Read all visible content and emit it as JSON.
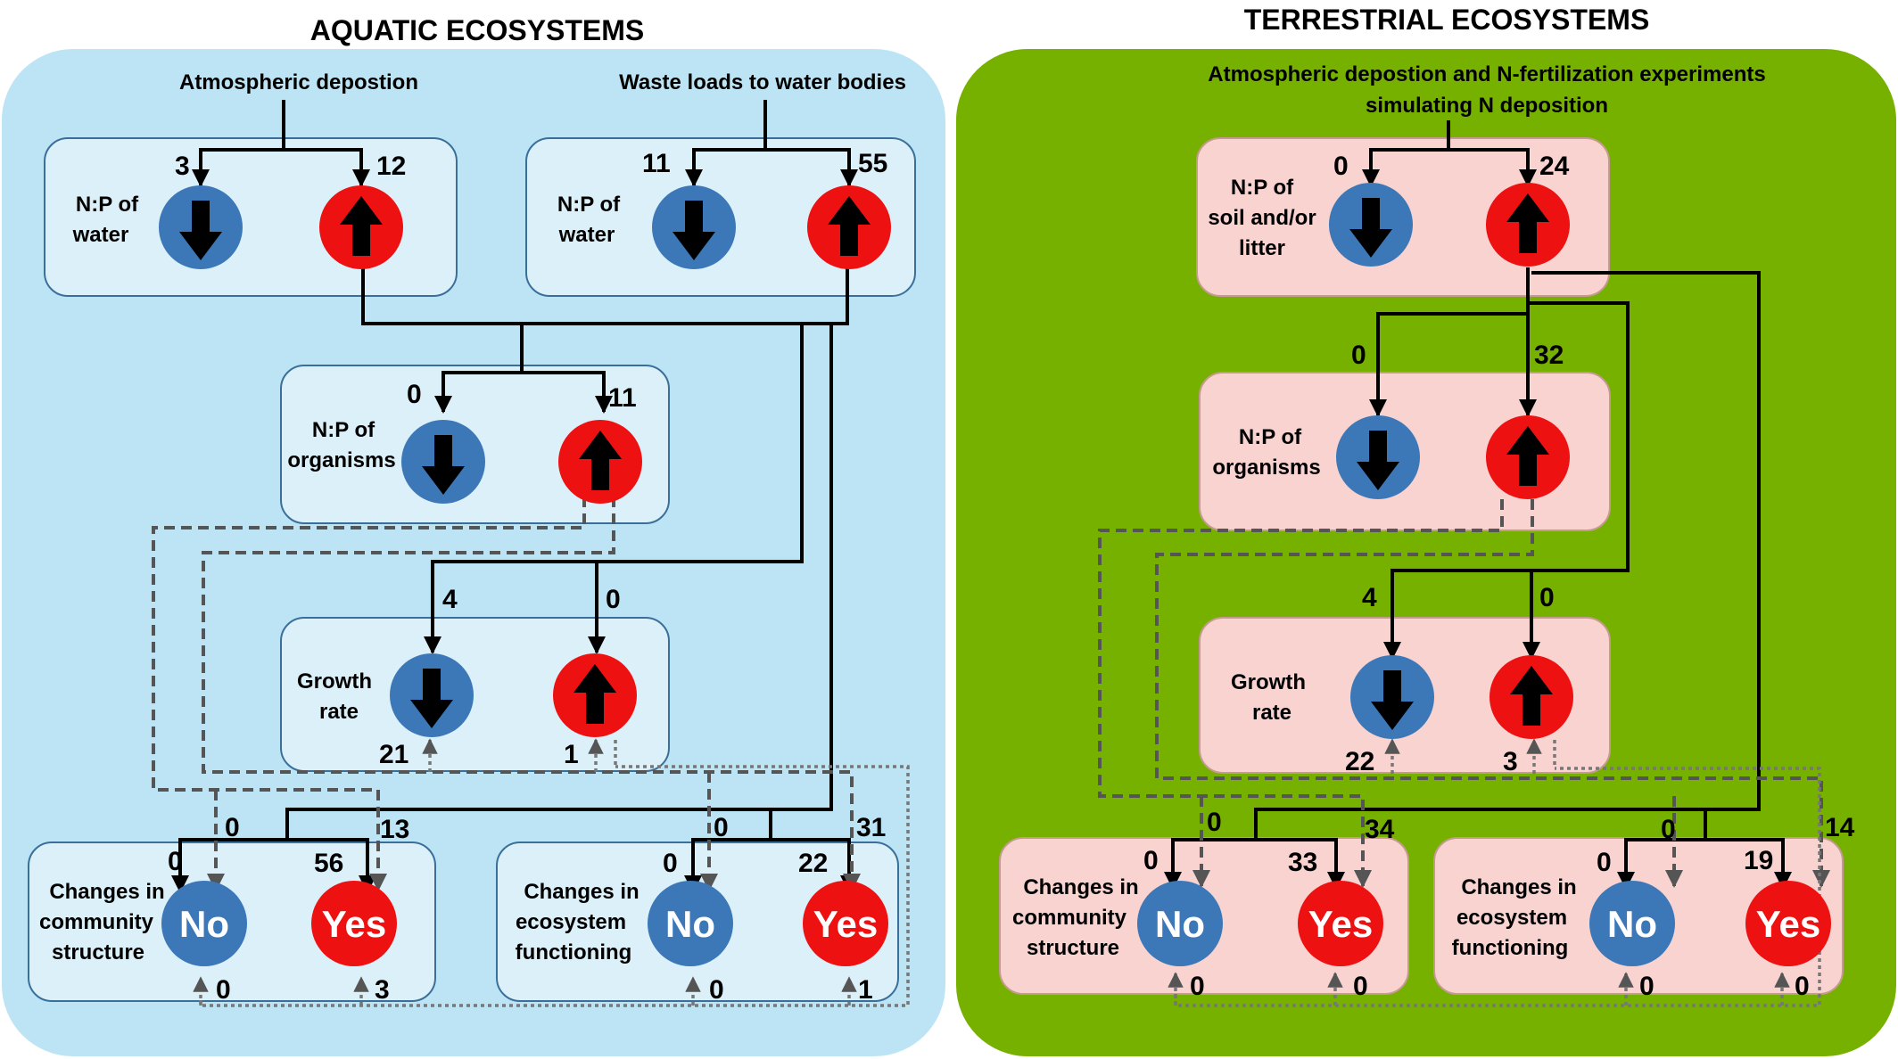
{
  "aquatic": {
    "title": "AQUATIC ECOSYSTEMS",
    "source_left": "Atmospheric depostion",
    "source_right": "Waste loads to water bodies",
    "box1": {
      "label": [
        "N:P of",
        "water"
      ],
      "down": "3",
      "up": "12"
    },
    "box2": {
      "label": [
        "N:P of",
        "water"
      ],
      "down": "11",
      "up": "55"
    },
    "org": {
      "label": [
        "N:P of",
        "organisms"
      ],
      "down": "0",
      "up": "11"
    },
    "growth": {
      "label": [
        "Growth",
        "rate"
      ],
      "down": "4",
      "up": "0",
      "down_bottom": "21",
      "up_bottom": "1"
    },
    "community": {
      "label": [
        "Changes in",
        "community",
        "structure"
      ],
      "no": "No",
      "yes": "Yes",
      "solid_no": "0",
      "solid_yes": "56",
      "dash_no": "0",
      "dash_yes": "13",
      "dot_no": "0",
      "dot_yes": "3"
    },
    "functioning": {
      "label": [
        "Changes in",
        "ecosystem",
        "functioning"
      ],
      "no": "No",
      "yes": "Yes",
      "solid_no": "0",
      "solid_yes": "22",
      "dash_no": "0",
      "dash_yes": "31",
      "dot_no": "0",
      "dot_yes": "1"
    }
  },
  "terrestrial": {
    "title": "TERRESTRIAL ECOSYSTEMS",
    "source": [
      "Atmospheric depostion and N-fertilization experiments",
      "simulating N deposition"
    ],
    "soil": {
      "label": [
        "N:P of",
        "soil and/or",
        "litter"
      ],
      "down": "0",
      "up": "24"
    },
    "org": {
      "label": [
        "N:P of",
        "organisms"
      ],
      "down": "0",
      "up": "32"
    },
    "growth": {
      "label": [
        "Growth",
        "rate"
      ],
      "down": "4",
      "up": "0",
      "down_bottom": "22",
      "up_bottom": "3"
    },
    "community": {
      "label": [
        "Changes in",
        "community",
        "structure"
      ],
      "no": "No",
      "yes": "Yes",
      "solid_no": "0",
      "solid_yes": "33",
      "dash_no": "0",
      "dash_yes": "34",
      "dot_no": "0",
      "dot_yes": "0"
    },
    "functioning": {
      "label": [
        "Changes in",
        "ecosystem",
        "functioning"
      ],
      "no": "No",
      "yes": "Yes",
      "solid_no": "0",
      "solid_yes": "19",
      "dash_no": "0",
      "dash_yes": "14",
      "dot_no": "0",
      "dot_yes": "0"
    }
  },
  "colors": {
    "aquatic_bg": "#bde4f4",
    "aquatic_box": "#dcf0fa",
    "terrestrial_bg": "#76b100",
    "terrestrial_box": "#f8d3d0",
    "blue": "#3c78b8",
    "red": "#ee1111"
  }
}
